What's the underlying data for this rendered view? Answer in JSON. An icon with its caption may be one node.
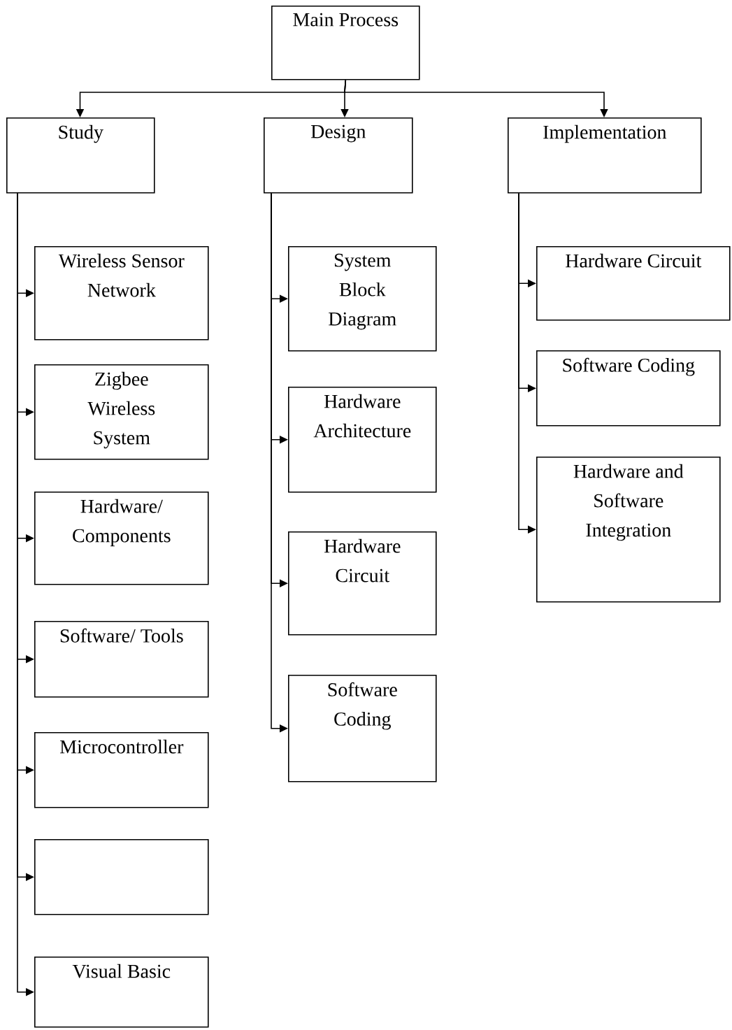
{
  "diagram": {
    "nodes": [
      {
        "text": [
          "Main Process"
        ]
      },
      {
        "text": [
          "Study"
        ]
      },
      {
        "text": [
          "Design"
        ]
      },
      {
        "text": [
          "Implementation"
        ]
      },
      {
        "text": [
          "Wireless Sensor Network"
        ]
      },
      {
        "text": [
          "Zigbee Wireless System"
        ]
      },
      {
        "text": [
          "Hardware/ Components"
        ]
      },
      {
        "text": [
          "Software/ Tools"
        ]
      },
      {
        "text": [
          "Microcontroller"
        ]
      },
      {
        "text": [],
        "shape": "box"
      },
      {
        "text": [
          "Visual Basic"
        ]
      },
      {
        "text": [
          "System Block Diagram"
        ]
      },
      {
        "text": [
          "Hardware Architecture"
        ]
      },
      {
        "text": [
          "Hardware Circuit"
        ]
      },
      {
        "text": [
          "Software Coding"
        ]
      },
      {
        "text": [
          "Hardware Circuit"
        ]
      },
      {
        "text": [
          "Software Coding"
        ]
      },
      {
        "text": [
          "Hardware and Software Integration"
        ]
      }
    ],
    "edges": [
      {
        "from": 0,
        "to": 1,
        "arrow": "to"
      },
      {
        "from": 0,
        "to": 2,
        "arrow": "to"
      },
      {
        "from": 0,
        "to": 3,
        "arrow": "to"
      },
      {
        "from": 1,
        "to": 4,
        "arrow": "to"
      },
      {
        "from": 1,
        "to": 5,
        "arrow": "to"
      },
      {
        "from": 1,
        "to": 6,
        "arrow": "to"
      },
      {
        "from": 1,
        "to": 7,
        "arrow": "to"
      },
      {
        "from": 1,
        "to": 8,
        "arrow": "to"
      },
      {
        "from": 1,
        "to": 9,
        "arrow": "to"
      },
      {
        "from": 1,
        "to": 10,
        "arrow": "to"
      },
      {
        "from": 2,
        "to": 11,
        "arrow": "to"
      },
      {
        "from": 2,
        "to": 12,
        "arrow": "to"
      },
      {
        "from": 2,
        "to": 13,
        "arrow": "to"
      },
      {
        "from": 2,
        "to": 14,
        "arrow": "to"
      },
      {
        "from": 3,
        "to": 15,
        "arrow": "to"
      },
      {
        "from": 3,
        "to": 16,
        "arrow": "to"
      },
      {
        "from": 3,
        "to": 17,
        "arrow": "to"
      }
    ]
  }
}
